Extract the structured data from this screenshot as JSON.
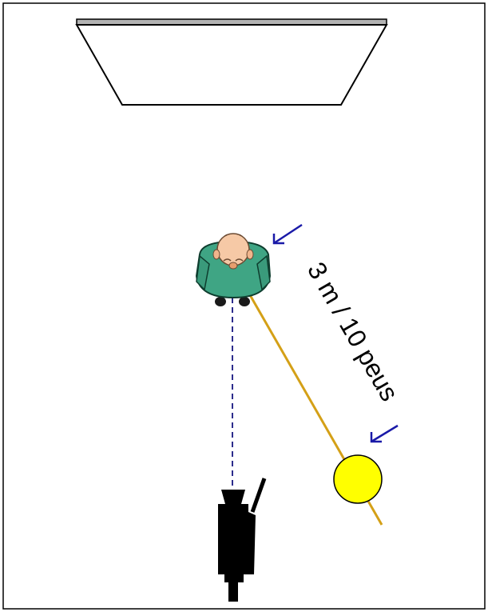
{
  "diagram": {
    "distance_label": "3 m / 10 peus",
    "colors": {
      "frame": "#000000",
      "backdrop_bar": "#b3b3b3",
      "skin": "#f6c9a6",
      "shirt": "#3fa584",
      "line_of_sight": "#d4a017",
      "camera_axis": "#2c2c8c",
      "arrows": "#1a1aa8",
      "light": "#ffff00",
      "camera": "#000000"
    },
    "elements": [
      "backdrop",
      "person",
      "light",
      "camera",
      "camera-axis",
      "light-line",
      "direction-arrows"
    ]
  }
}
